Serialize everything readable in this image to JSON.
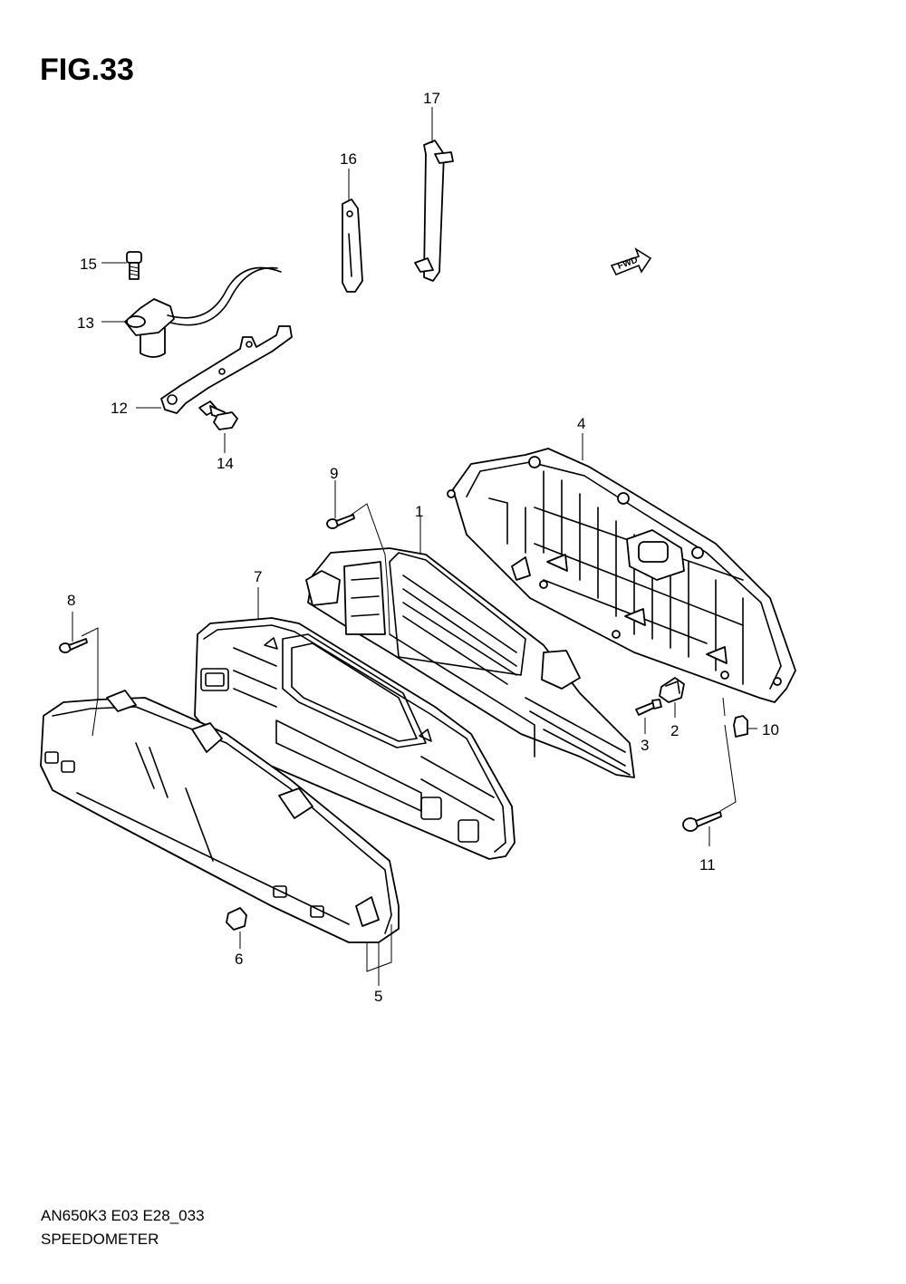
{
  "figure": {
    "title": "FIG.33",
    "code": "AN650K3 E03 E28_033",
    "name": "SPEEDOMETER",
    "fwd_label": "FWD"
  },
  "callouts": [
    "1",
    "2",
    "3",
    "4",
    "5",
    "6",
    "7",
    "8",
    "9",
    "10",
    "11",
    "12",
    "13",
    "14",
    "15",
    "16",
    "17"
  ]
}
